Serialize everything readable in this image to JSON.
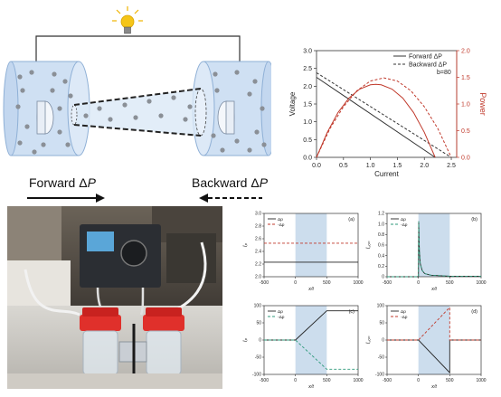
{
  "labels": {
    "forward": "Forward ΔP",
    "backward": "Backward ΔP",
    "forward_word": "Forward",
    "backward_word": "Backward",
    "delta": "Δ",
    "p": "P"
  },
  "colors": {
    "reservoir": "#cfe0f3",
    "dot": "#8a8f96",
    "red": "#c0392b",
    "shade": "#b7cfe6",
    "bulb": "#f5c518"
  },
  "chart_data": [
    {
      "type": "line",
      "xlabel": "Current",
      "ylabel": "Voltage",
      "y2label": "Power",
      "xlim": [
        0,
        2.6
      ],
      "ylim": [
        0,
        3.0
      ],
      "y2lim": [
        0,
        2.0
      ],
      "xticks": [
        "0.0",
        "0.5",
        "1.0",
        "1.5",
        "2.0",
        "2.5"
      ],
      "yticks": [
        "0.0",
        "0.5",
        "1.0",
        "1.5",
        "2.0",
        "2.5",
        "3.0"
      ],
      "y2ticks": [
        "0.0",
        "0.5",
        "1.0",
        "1.5",
        "2.0"
      ],
      "annotation": "b=80",
      "series": [
        {
          "name": "Forward ΔP",
          "style": "solid",
          "axis": "left",
          "x": [
            0,
            2.2
          ],
          "y": [
            2.25,
            0
          ]
        },
        {
          "name": "Backward ΔP",
          "style": "dashed",
          "axis": "left",
          "x": [
            0,
            2.5
          ],
          "y": [
            2.38,
            0
          ]
        },
        {
          "name": "",
          "style": "solid-red",
          "axis": "right",
          "x": [
            0,
            0.2,
            0.4,
            0.6,
            0.8,
            1.0,
            1.1,
            1.2,
            1.4,
            1.6,
            1.8,
            2.0,
            2.2
          ],
          "y": [
            0,
            0.47,
            0.84,
            1.11,
            1.28,
            1.36,
            1.37,
            1.36,
            1.28,
            1.11,
            0.84,
            0.47,
            0
          ]
        },
        {
          "name": "",
          "style": "dashed-red",
          "axis": "right",
          "x": [
            0,
            0.25,
            0.5,
            0.75,
            1.0,
            1.25,
            1.5,
            1.75,
            2.0,
            2.25,
            2.5
          ],
          "y": [
            0,
            0.54,
            0.95,
            1.25,
            1.43,
            1.49,
            1.43,
            1.25,
            0.95,
            0.54,
            0
          ]
        }
      ]
    },
    {
      "type": "line",
      "panel": "(a)",
      "ylabel": "Iₚ",
      "xlabel": "x/t",
      "xlim": [
        -500,
        1000
      ],
      "ylim": [
        2.0,
        3.0
      ],
      "xticks": [
        "-500",
        "0",
        "500",
        "1000"
      ],
      "yticks": [
        "2.0",
        "2.2",
        "2.4",
        "2.6",
        "2.8",
        "3.0"
      ],
      "legend": [
        "Δp",
        "-Δp"
      ],
      "series": [
        {
          "name": "Δp",
          "style": "solid",
          "x": [
            -500,
            1000
          ],
          "y": [
            2.23,
            2.23
          ]
        },
        {
          "name": "-Δp",
          "style": "dashed-red",
          "x": [
            -500,
            1000
          ],
          "y": [
            2.53,
            2.53
          ]
        }
      ]
    },
    {
      "type": "line",
      "panel": "(b)",
      "ylabel": "I꜀ₒₙ",
      "xlabel": "x/t",
      "xlim": [
        -500,
        1000
      ],
      "ylim": [
        0,
        1.2
      ],
      "xticks": [
        "-500",
        "0",
        "500",
        "1000"
      ],
      "yticks": [
        "0",
        "0.2",
        "0.4",
        "0.6",
        "0.8",
        "1.0",
        "1.2"
      ],
      "legend": [
        "Δp",
        "-Δp"
      ],
      "series": [
        {
          "name": "Δp",
          "style": "solid",
          "x": [
            -500,
            0,
            5,
            15,
            30,
            60,
            100,
            200,
            500,
            1000
          ],
          "y": [
            0,
            0,
            1.05,
            0.5,
            0.25,
            0.12,
            0.06,
            0.03,
            0.01,
            0.01
          ]
        },
        {
          "name": "-Δp",
          "style": "dashed-green",
          "x": [
            -500,
            0,
            5,
            15,
            30,
            60,
            100,
            200,
            500,
            1000
          ],
          "y": [
            0,
            0,
            1.05,
            0.5,
            0.25,
            0.12,
            0.06,
            0.03,
            0.01,
            0.01
          ]
        }
      ]
    },
    {
      "type": "line",
      "panel": "(c)",
      "ylabel": "Iₚ",
      "xlabel": "x/t",
      "xlim": [
        -500,
        1000
      ],
      "ylim": [
        -100,
        100
      ],
      "xticks": [
        "-500",
        "0",
        "500",
        "1000"
      ],
      "yticks": [
        "-100",
        "-50",
        "0",
        "50",
        "100"
      ],
      "legend": [
        "Δp",
        "-Δp"
      ],
      "series": [
        {
          "name": "Δp",
          "style": "solid",
          "x": [
            -500,
            0,
            500,
            1000
          ],
          "y": [
            0,
            0,
            85,
            85
          ]
        },
        {
          "name": "-Δp",
          "style": "dashed-green",
          "x": [
            -500,
            0,
            500,
            1000
          ],
          "y": [
            0,
            0,
            -85,
            -85
          ]
        }
      ]
    },
    {
      "type": "line",
      "panel": "(d)",
      "ylabel": "I꜀ₒₙ",
      "xlabel": "x/t",
      "xlim": [
        -500,
        1000
      ],
      "ylim": [
        -100,
        100
      ],
      "xticks": [
        "-500",
        "0",
        "500",
        "1000"
      ],
      "yticks": [
        "-100",
        "-50",
        "0",
        "50",
        "100"
      ],
      "legend": [
        "Δp",
        "-Δp"
      ],
      "series": [
        {
          "name": "Δp",
          "style": "solid",
          "x": [
            -500,
            0,
            500,
            500,
            1000
          ],
          "y": [
            0,
            0,
            -95,
            0,
            0
          ]
        },
        {
          "name": "-Δp",
          "style": "dashed-red",
          "x": [
            -500,
            0,
            500,
            500,
            1000
          ],
          "y": [
            0,
            0,
            95,
            0,
            0
          ]
        }
      ]
    }
  ]
}
